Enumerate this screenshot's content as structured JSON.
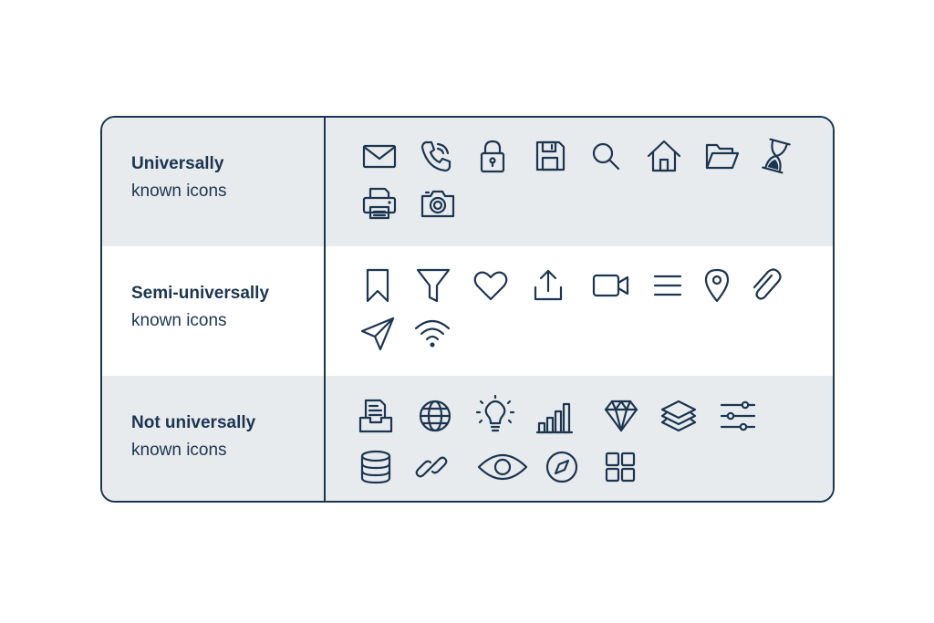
{
  "rows": [
    {
      "bold": "Universally",
      "regular": "known icons",
      "icons": [
        "mail-icon",
        "phone-icon",
        "lock-icon",
        "save-icon",
        "search-icon",
        "home-icon",
        "folder-icon",
        "hourglass-icon",
        "printer-icon",
        "camera-icon"
      ]
    },
    {
      "bold": "Semi-universally",
      "regular": "known icons",
      "icons": [
        "bookmark-icon",
        "filter-icon",
        "heart-icon",
        "share-icon",
        "video-camera-icon",
        "menu-icon",
        "location-pin-icon",
        "paperclip-icon",
        "send-icon",
        "wifi-icon"
      ]
    },
    {
      "bold": "Not universally",
      "regular": "known icons",
      "icons": [
        "inbox-document-icon",
        "globe-icon",
        "lightbulb-icon",
        "bar-chart-icon",
        "diamond-icon",
        "layers-icon",
        "sliders-icon",
        "database-icon",
        "link-icon",
        "eye-icon",
        "compass-icon",
        "grid-icon"
      ]
    }
  ],
  "colors": {
    "ink": "#1c3550",
    "shade": "#e8ebee",
    "background": "#ffffff"
  }
}
